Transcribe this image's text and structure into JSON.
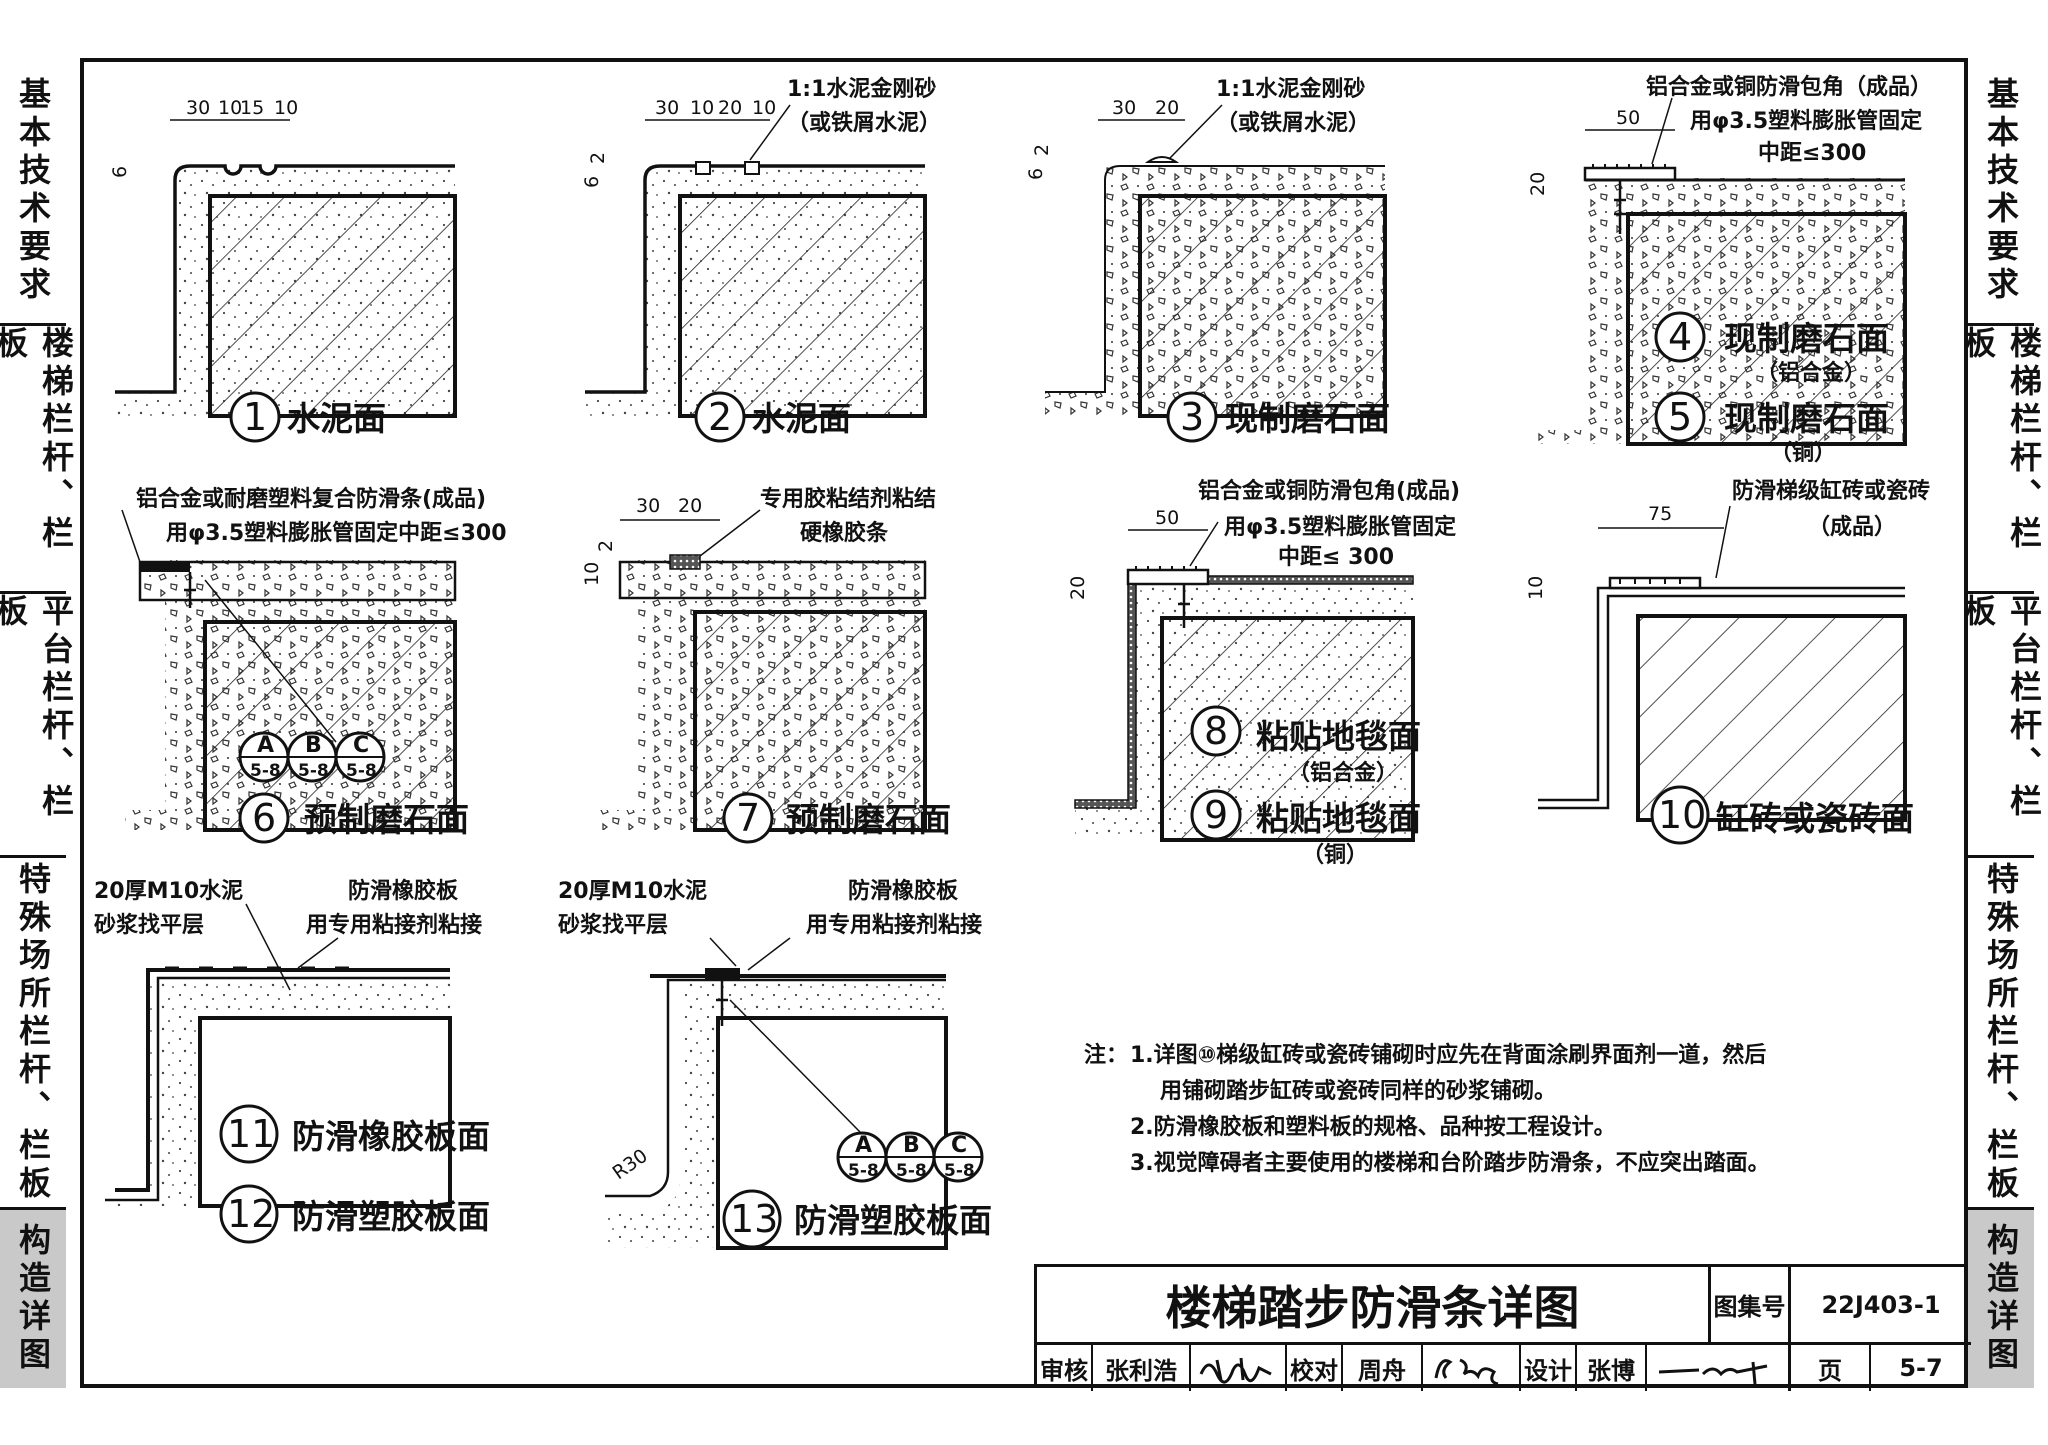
{
  "left_tabs": [
    {
      "label": "基本技术要求",
      "active": false
    },
    {
      "label": "楼梯栏杆、栏板",
      "active": false
    },
    {
      "label": "平台栏杆、栏板",
      "active": false
    },
    {
      "label": "特殊场所栏杆、栏板",
      "active": false
    },
    {
      "label": "构造详图",
      "active": true
    }
  ],
  "right_tabs": [
    {
      "label": "基本技术要求",
      "active": false
    },
    {
      "label": "楼梯栏杆、栏板",
      "active": false
    },
    {
      "label": "平台栏杆、栏板",
      "active": false
    },
    {
      "label": "特殊场所栏杆、栏板",
      "active": false
    },
    {
      "label": "构造详图",
      "active": true
    }
  ],
  "details": [
    {
      "num": "1",
      "title": "水泥面",
      "dims_top": [
        "30",
        "10",
        "15",
        "10"
      ],
      "dims_side": [
        "6"
      ]
    },
    {
      "num": "2",
      "title": "水泥面",
      "dims_top": [
        "30",
        "10",
        "20",
        "10"
      ],
      "dims_side": [
        "6",
        "2"
      ],
      "label": [
        "1:1水泥金刚砂",
        "（或铁屑水泥）"
      ]
    },
    {
      "num": "3",
      "title": "现制磨石面",
      "dims_top": [
        "30",
        "20"
      ],
      "dims_side": [
        "6",
        "2"
      ],
      "label": [
        "1:1水泥金刚砂",
        "（或铁屑水泥）"
      ]
    },
    {
      "num": "4",
      "title": "现制磨石面",
      "sub": "（铝合金）",
      "dims_top": [
        "50"
      ],
      "dims_side": [
        "20"
      ],
      "label": [
        "铝合金或铜防滑包角（成品）",
        "用φ3.5塑料膨胀管固定",
        "中距≤300"
      ]
    },
    {
      "num": "5",
      "title": "现制磨石面",
      "sub": "（铜）"
    },
    {
      "num": "6",
      "title": "预制磨石面",
      "label": [
        "铝合金或耐磨塑料复合防滑条(成品)",
        "用φ3.5塑料膨胀管固定中距≤300"
      ]
    },
    {
      "num": "7",
      "title": "预制磨石面",
      "dims_top": [
        "30",
        "20"
      ],
      "dims_side": [
        "10",
        "2"
      ],
      "label": [
        "专用胶粘结剂粘结",
        "硬橡胶条"
      ]
    },
    {
      "num": "8",
      "title": "粘贴地毯面",
      "sub": "（铝合金）",
      "dims_top": [
        "50"
      ],
      "dims_side": [
        "20"
      ],
      "label": [
        "铝合金或铜防滑包角(成品)",
        "用φ3.5塑料膨胀管固定",
        "中距≤ 300"
      ]
    },
    {
      "num": "9",
      "title": "粘贴地毯面",
      "sub": "（铜）"
    },
    {
      "num": "10",
      "title": "缸砖或瓷砖面",
      "dims_top": [
        "75"
      ],
      "dims_side": [
        "10"
      ],
      "label": [
        "防滑梯级缸砖或瓷砖",
        "（成品）"
      ]
    },
    {
      "num": "11",
      "title": "防滑橡胶板面",
      "label_left": [
        "20厚M10水泥",
        "砂浆找平层"
      ],
      "label_right": [
        "防滑橡胶板",
        "用专用粘接剂粘接"
      ]
    },
    {
      "num": "12",
      "title": "防滑塑胶板面"
    },
    {
      "num": "13",
      "title": "防滑塑胶板面",
      "label_left": [
        "20厚M10水泥",
        "砂浆找平层"
      ],
      "label_right": [
        "防滑橡胶板",
        "用专用粘接剂粘接"
      ],
      "radius": "R30"
    }
  ],
  "refs": [
    {
      "letter": "A",
      "page": "5-8"
    },
    {
      "letter": "B",
      "page": "5-8"
    },
    {
      "letter": "C",
      "page": "5-8"
    }
  ],
  "notes": {
    "prefix": "注：",
    "items": [
      "1.详图⑩梯级缸砖或瓷砖铺砌时应先在背面涂刷界面剂一道，然后",
      "用铺砌踏步缸砖或瓷砖同样的砂浆铺砌。",
      "2.防滑橡胶板和塑料板的规格、品种按工程设计。",
      "3.视觉障碍者主要使用的楼梯和台阶踏步防滑条，不应突出踏面。"
    ]
  },
  "title_block": {
    "title": "楼梯踏步防滑条详图",
    "atlas_label": "图集号",
    "atlas_no": "22J403-1",
    "page_label": "页",
    "page_no": "5-7",
    "review_label": "审核",
    "reviewer": "张利浩",
    "check_label": "校对",
    "checker": "周舟",
    "design_label": "设计",
    "designer": "张博"
  }
}
